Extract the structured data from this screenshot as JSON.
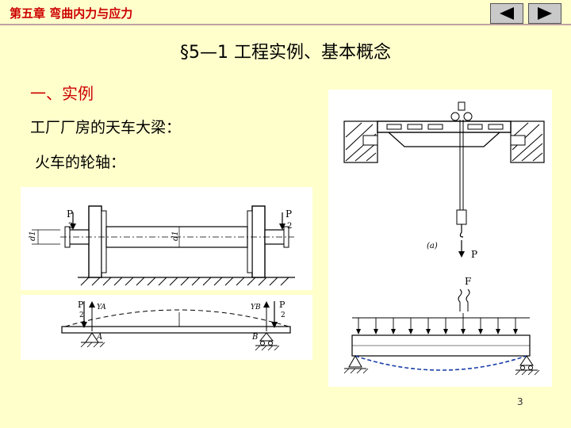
{
  "header": {
    "chapter_title": "第五章 弯曲内力与应力"
  },
  "nav": {
    "prev_icon": "triangle-left",
    "next_icon": "triangle-right"
  },
  "slide": {
    "title": "§5—1 工程实例、基本概念",
    "subheading": "一、实例",
    "line1": "工厂厂房的天车大梁：",
    "line2": "火车的轮轴："
  },
  "axle_figure": {
    "load_top": "P",
    "load_bottom": "2",
    "d1_label": "d1",
    "d_label": "d1"
  },
  "beam_figure": {
    "load_top": "P",
    "load_bottom": "2",
    "ya_label": "YA",
    "yb_label": "YB",
    "a_label": "A",
    "b_label": "B"
  },
  "crane_figure": {
    "caption": "(a)",
    "hook_load": "P",
    "beam_load": "F"
  },
  "page_number": "3",
  "colors": {
    "background": "#FFFFCC",
    "accent": "#CC0000"
  }
}
